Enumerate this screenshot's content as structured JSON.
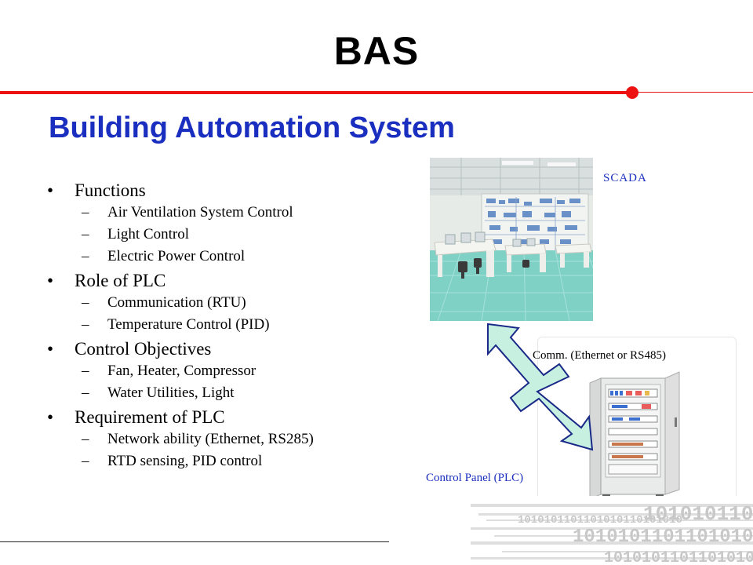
{
  "slide": {
    "title": "BAS",
    "subtitle": "Building Automation System"
  },
  "bullets": [
    {
      "label": "Functions",
      "items": [
        "Air Ventilation System Control",
        "Light Control",
        "Electric Power Control"
      ]
    },
    {
      "label": "Role of PLC",
      "items": [
        "Communication (RTU)",
        "Temperature Control (PID)"
      ]
    },
    {
      "label": "Control Objectives",
      "items": [
        "Fan, Heater, Compressor",
        "Water Utilities, Light"
      ]
    },
    {
      "label": "Requirement of PLC",
      "items": [
        "Network ability (Ethernet, RS285)",
        "RTD sensing, PID control"
      ]
    }
  ],
  "figure": {
    "scada_label": "SCADA",
    "comm_label": "Comm. (Ethernet or RS485)",
    "panel_label": "Control Panel (PLC)",
    "binary_text": "1010101101101010110101010"
  },
  "colors": {
    "accent_red": "#ee1111",
    "subtitle_blue": "#1a2fbf",
    "arrow_green": "#c8f0e0",
    "floor_teal": "#7fd1c6"
  }
}
